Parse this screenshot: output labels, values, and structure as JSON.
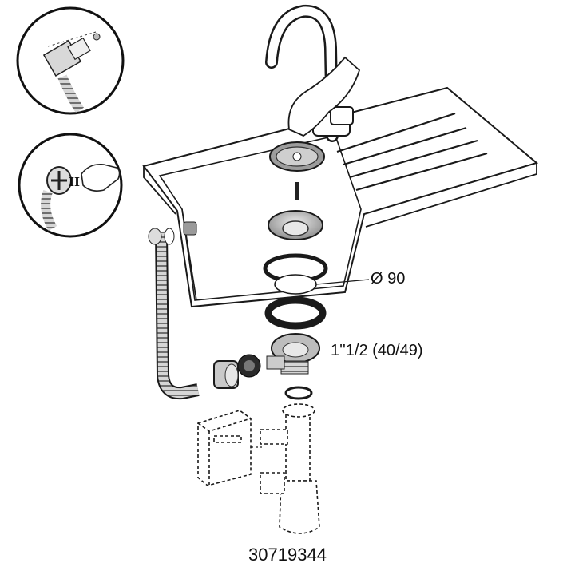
{
  "labels": {
    "diameter": "Ø 90",
    "thread": "1''1/2 (40/49)",
    "article_code": "30719344",
    "inset_mark": "II"
  },
  "colors": {
    "outline": "#1a1a1a",
    "steel": "#b9b9b9",
    "steel_dark": "#6f6f6f",
    "gasket": "#1c1c1c",
    "hose": "#cfcfcf"
  }
}
